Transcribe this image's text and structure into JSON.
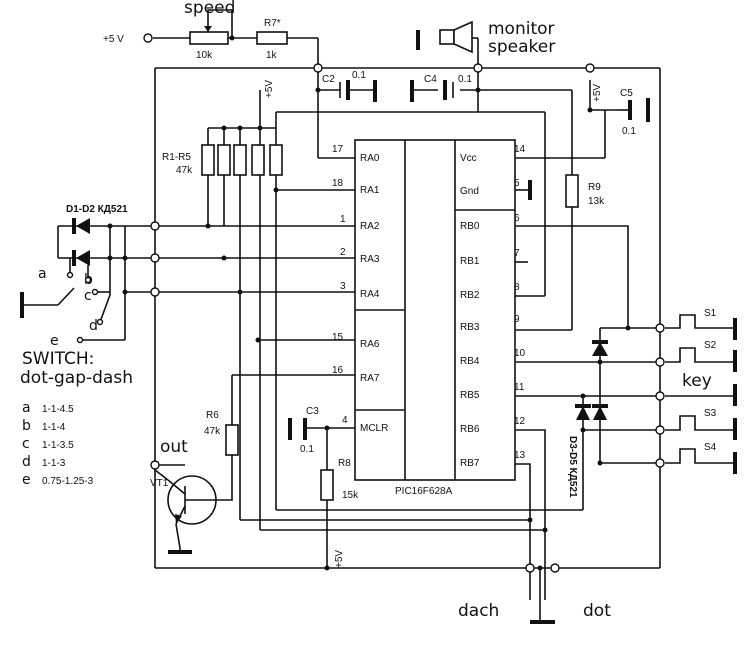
{
  "supply": {
    "plus5v": "+5 V",
    "vcc_label": "+5V"
  },
  "speed": {
    "label": "speed",
    "pot_value": "10k"
  },
  "r7": {
    "name": "R7*",
    "value": "1k"
  },
  "monitor": {
    "line1": "monitor",
    "line2": "speaker"
  },
  "caps": {
    "c2": {
      "name": "C2",
      "value": "0.1"
    },
    "c3": {
      "name": "C3",
      "value": "0.1"
    },
    "c4": {
      "name": "C4",
      "value": "0.1"
    },
    "c5": {
      "name": "C5",
      "value": "0.1"
    }
  },
  "resistors": {
    "r1r5": {
      "name": "R1-R5",
      "value": "47k"
    },
    "r6": {
      "name": "R6",
      "value": "47k"
    },
    "r8": {
      "name": "R8",
      "value": "15k"
    },
    "r9": {
      "name": "R9",
      "value": "13k"
    }
  },
  "diodes": {
    "d1d2": "D1-D2 КД521",
    "d3d5": "D3-D5 КД521"
  },
  "ic": {
    "name": "PIC16F628A",
    "left_pins": [
      {
        "num": "17",
        "name": "RA0"
      },
      {
        "num": "18",
        "name": "RA1"
      },
      {
        "num": "1",
        "name": "RA2"
      },
      {
        "num": "2",
        "name": "RA3"
      },
      {
        "num": "3",
        "name": "RA4"
      },
      {
        "num": "15",
        "name": "RA6"
      },
      {
        "num": "16",
        "name": "RA7"
      },
      {
        "num": "4",
        "name": "MCLR"
      }
    ],
    "right_pins": [
      {
        "num": "14",
        "name": "Vcc"
      },
      {
        "num": "5",
        "name": "Gnd"
      },
      {
        "num": "6",
        "name": "RB0"
      },
      {
        "num": "7",
        "name": "RB1"
      },
      {
        "num": "8",
        "name": "RB2"
      },
      {
        "num": "9",
        "name": "RB3"
      },
      {
        "num": "10",
        "name": "RB4"
      },
      {
        "num": "11",
        "name": "RB5"
      },
      {
        "num": "12",
        "name": "RB6"
      },
      {
        "num": "13",
        "name": "RB7"
      }
    ]
  },
  "switch": {
    "title": "SWITCH:",
    "subtitle": "dot-gap-dash",
    "pos_a": "a",
    "pos_b": "b",
    "pos_c": "c",
    "pos_d": "d",
    "pos_e": "e",
    "modes": [
      {
        "key": "a",
        "ratio": "1-1-4.5"
      },
      {
        "key": "b",
        "ratio": "1-1-4"
      },
      {
        "key": "c",
        "ratio": "1-1-3.5"
      },
      {
        "key": "d",
        "ratio": "1-1-3"
      },
      {
        "key": "e",
        "ratio": "0.75-1.25-3"
      }
    ]
  },
  "transistor": {
    "name": "VT1",
    "out_label": "out"
  },
  "keys": {
    "s1": "S1",
    "s2": "S2",
    "key": "key",
    "s3": "S3",
    "s4": "S4"
  },
  "paddle": {
    "dash": "dach",
    "dot": "dot"
  }
}
